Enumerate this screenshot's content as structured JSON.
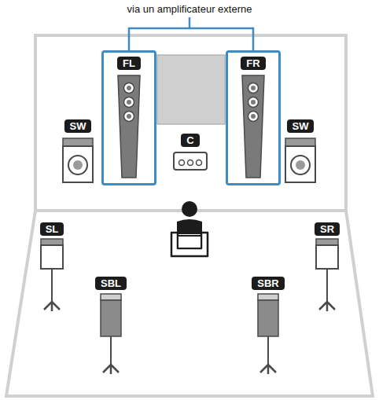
{
  "diagram": {
    "nodes": [
      {
        "text": [
          "FL"
        ]
      },
      {
        "text": [
          "FR"
        ]
      }
    ],
    "labels": [
      "via un amplificateur externe",
      "C",
      "SW",
      "SW",
      "SL",
      "SR",
      "SBL",
      "SBR"
    ]
  }
}
